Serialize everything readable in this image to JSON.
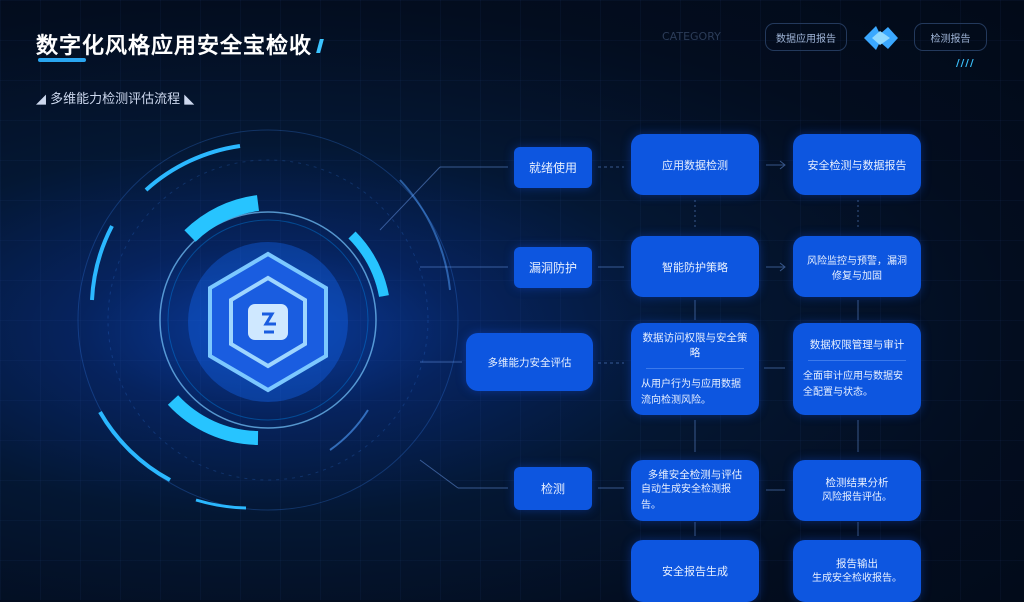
{
  "header": {
    "title": "数字化风格应用安全宝检收",
    "subtitle": "◢ 多维能力检测评估流程 ◣",
    "ghost_label": "CATEGORY",
    "button_1": "数据应用报告",
    "button_2": "检测报告",
    "accent": "#3cc4ff"
  },
  "flow": {
    "left": [
      "就绪使用",
      "漏洞防护",
      "多维能力安全评估",
      "检测"
    ],
    "middle": [
      {
        "text": "应用数据检测"
      },
      {
        "text": "智能防护策略"
      },
      {
        "title": "数据访问权限与安全策略",
        "body": "从用户行为与应用数据流向检测风险。"
      },
      {
        "title": "多维安全检测与评估",
        "body": "自动生成安全检测报告。"
      },
      {
        "text": "安全报告生成"
      }
    ],
    "right": [
      {
        "text": "安全检测与数据报告"
      },
      {
        "text": "风险监控与预警，漏洞修复与加固"
      },
      {
        "title": "数据权限管理与审计",
        "body": "全面审计应用与数据安全配置与状态。"
      },
      {
        "title": "检测结果分析",
        "body": "风险报告评估。"
      },
      {
        "title": "报告输出",
        "body": "生成安全检收报告。"
      }
    ],
    "box_color": "#0d56e0"
  },
  "emblem": {
    "icon": "shield-icon"
  }
}
